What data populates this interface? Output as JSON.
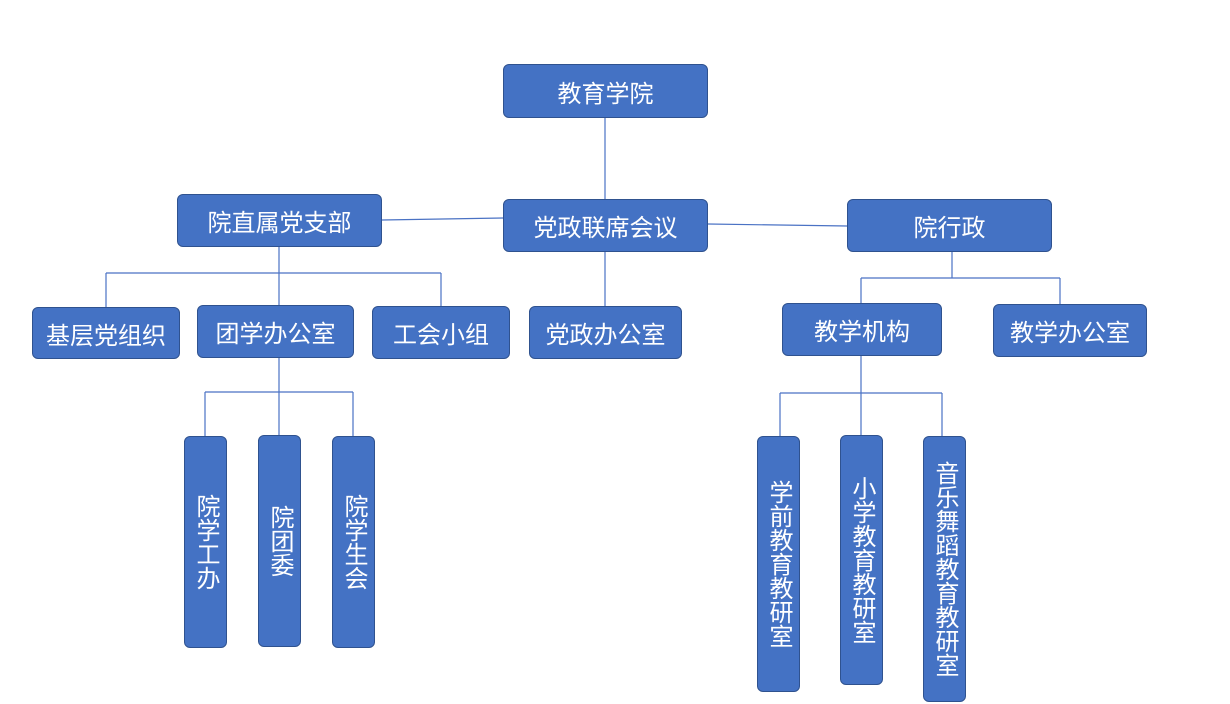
{
  "diagram": {
    "root": "教育学院",
    "council": "党政联席会议",
    "party_branch": "院直属党支部",
    "administration": "院行政",
    "party_branch_children": [
      "基层党组织",
      "团学办公室",
      "工会小组"
    ],
    "council_office": "党政办公室",
    "admin_children": [
      "教学机构",
      "教学办公室"
    ],
    "youth_office_children": [
      "院学工办",
      "院团委",
      "院学生会"
    ],
    "teaching_units": [
      "学前教育教研室",
      "小学教育教研室",
      "音乐舞蹈教育教研室"
    ]
  },
  "colors": {
    "node_fill": "#4472c4",
    "node_border": "#2f528f",
    "connector": "#4a72c4",
    "text": "#ffffff"
  }
}
